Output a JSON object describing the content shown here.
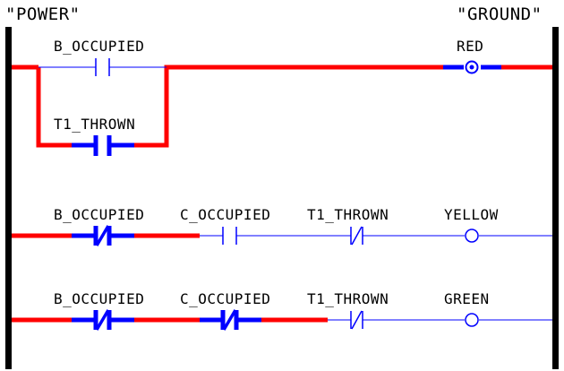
{
  "header": {
    "power_label": "\"POWER\"",
    "ground_label": "\"GROUND\""
  },
  "colors": {
    "energized": "#ff0000",
    "energized_device": "#0000ff",
    "de_energized": "#0000ff",
    "rail": "#000000",
    "text": "#000000"
  },
  "rungs": [
    {
      "contacts": [
        {
          "label": "B_OCCUPIED",
          "type": "normally-open",
          "energized": false
        },
        {
          "label": "T1_THROWN",
          "type": "normally-open",
          "energized": true,
          "branch": "parallel"
        }
      ],
      "coil": {
        "label": "RED",
        "energized": true
      }
    },
    {
      "contacts": [
        {
          "label": "B_OCCUPIED",
          "type": "normally-closed",
          "energized": true
        },
        {
          "label": "C_OCCUPIED",
          "type": "normally-open",
          "energized": false
        },
        {
          "label": "T1_THROWN",
          "type": "normally-closed",
          "energized": false
        }
      ],
      "coil": {
        "label": "YELLOW",
        "energized": false
      }
    },
    {
      "contacts": [
        {
          "label": "B_OCCUPIED",
          "type": "normally-closed",
          "energized": true
        },
        {
          "label": "C_OCCUPIED",
          "type": "normally-closed",
          "energized": true
        },
        {
          "label": "T1_THROWN",
          "type": "normally-closed",
          "energized": false
        }
      ],
      "coil": {
        "label": "GREEN",
        "energized": false
      }
    }
  ]
}
